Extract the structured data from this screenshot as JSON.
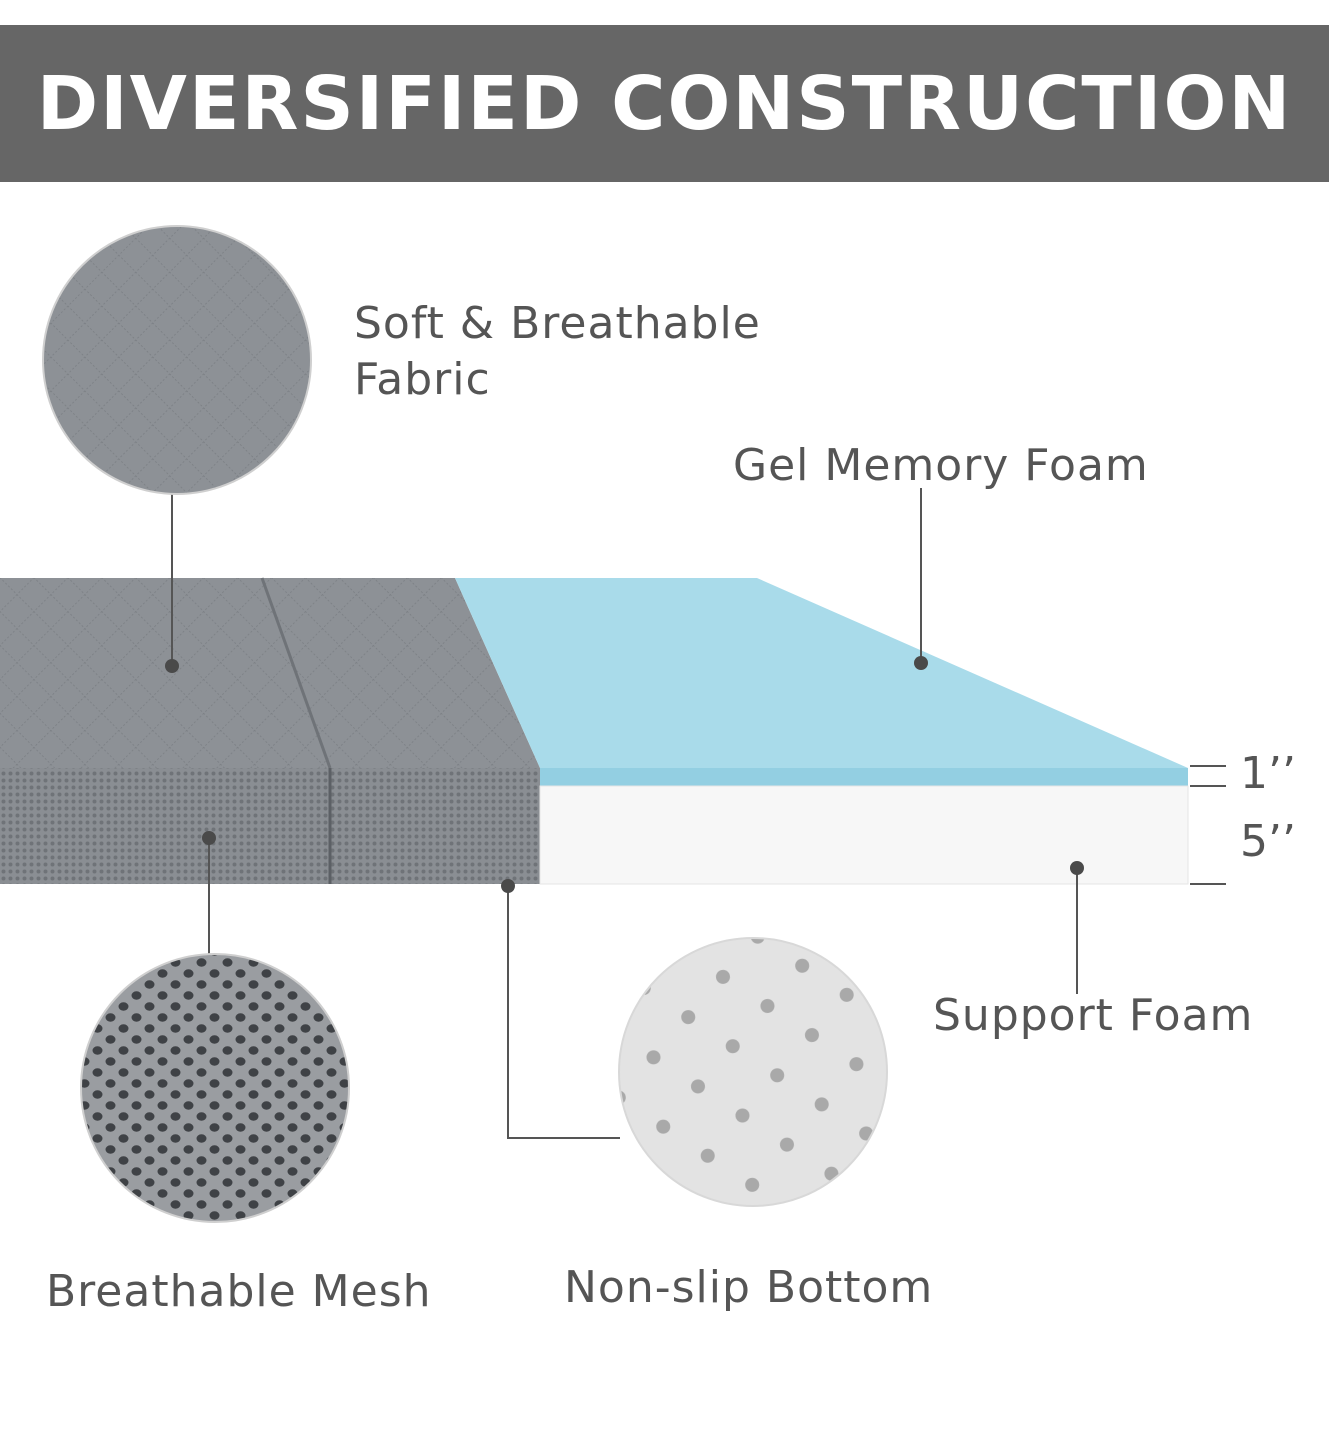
{
  "banner": {
    "title": "DIVERSIFIED CONSTRUCTION"
  },
  "labels": {
    "fabric_line1": "Soft & Breathable",
    "fabric_line2": "Fabric",
    "gel": "Gel Memory Foam",
    "support": "Support Foam",
    "mesh": "Breathable Mesh",
    "bottom": "Non-slip Bottom"
  },
  "dimensions": {
    "top_layer": "1’’",
    "base_layer": "5’’"
  },
  "colors": {
    "banner": "#666666",
    "fabric": "#8c9095",
    "gel_foam": "#a9dbea",
    "support_foam": "#f7f7f7",
    "text": "#555555"
  }
}
